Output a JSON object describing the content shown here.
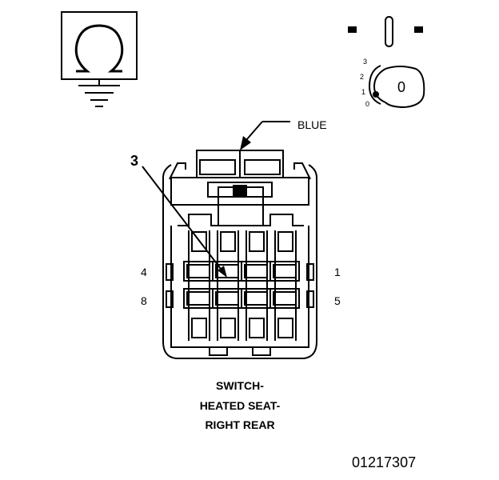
{
  "ignition_key": {
    "positions": [
      "3",
      "2",
      "1",
      "0"
    ],
    "key_label": "0"
  },
  "connector": {
    "color_label": "BLUE",
    "callout_pin": "3",
    "pin_labels": {
      "top_left": "4",
      "top_right": "1",
      "bottom_left": "8",
      "bottom_right": "5"
    }
  },
  "caption": {
    "line1": "SWITCH-",
    "line2": "HEATED SEAT-",
    "line3": "RIGHT REAR"
  },
  "part_number": "01217307"
}
